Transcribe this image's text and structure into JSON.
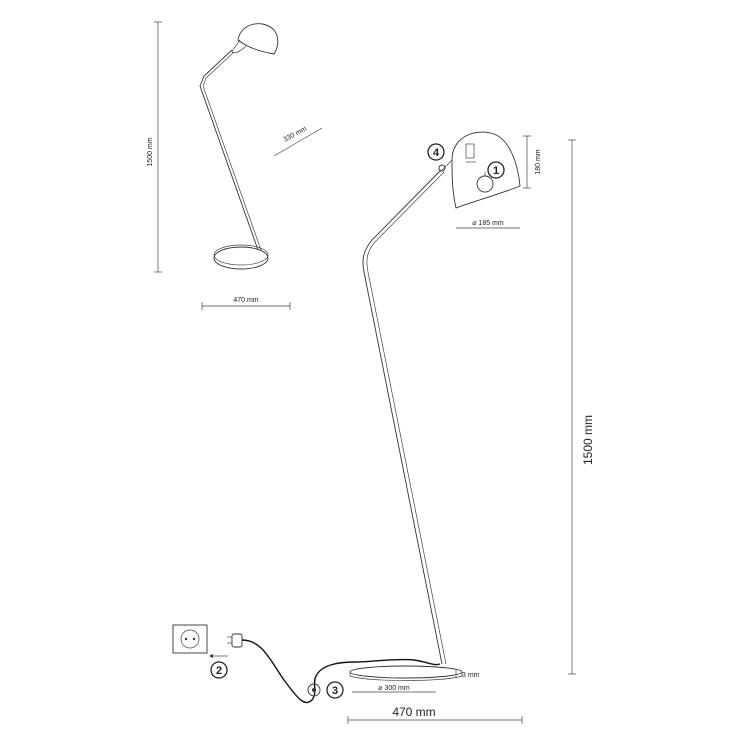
{
  "small_view": {
    "height_label": "1500 mm",
    "shade_label": "330 mm",
    "width_label": "470 mm"
  },
  "large_view": {
    "shade_height_label": "180 mm",
    "shade_diameter_label": "⌀ 185 mm",
    "height_label": "1500 mm",
    "base_height_label": "3 mm",
    "base_diameter_label": "⌀ 300 mm",
    "width_label": "470 mm"
  },
  "callouts": [
    "1",
    "2",
    "3",
    "4"
  ]
}
